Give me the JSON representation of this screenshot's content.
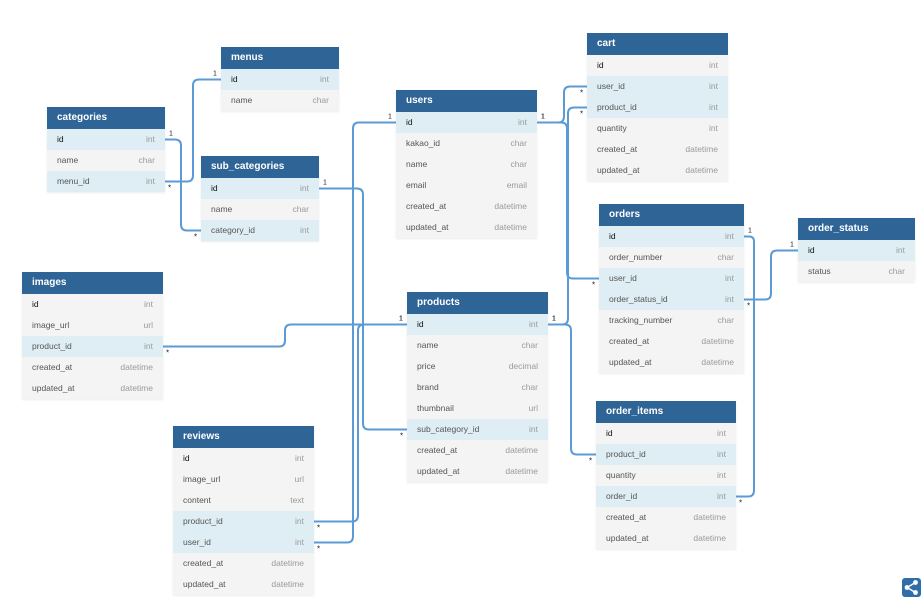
{
  "colors": {
    "header": "#2f6496",
    "fk_row": "#dfeef4",
    "row": "#f4f4f4",
    "wire": "#5b9bd5"
  },
  "share_icon": "share-icon",
  "tables": [
    {
      "key": "menus",
      "title": "menus",
      "fields": [
        {
          "name": "id",
          "type": "int",
          "pk": true,
          "fk": true
        },
        {
          "name": "name",
          "type": "char"
        }
      ]
    },
    {
      "key": "categories",
      "title": "categories",
      "fields": [
        {
          "name": "id",
          "type": "int",
          "pk": true,
          "fk": true
        },
        {
          "name": "name",
          "type": "char"
        },
        {
          "name": "menu_id",
          "type": "int",
          "fk": true
        }
      ]
    },
    {
      "key": "sub_categories",
      "title": "sub_categories",
      "fields": [
        {
          "name": "id",
          "type": "int",
          "pk": true,
          "fk": true
        },
        {
          "name": "name",
          "type": "char"
        },
        {
          "name": "category_id",
          "type": "int",
          "fk": true
        }
      ]
    },
    {
      "key": "users",
      "title": "users",
      "fields": [
        {
          "name": "id",
          "type": "int",
          "pk": true,
          "fk": true
        },
        {
          "name": "kakao_id",
          "type": "char"
        },
        {
          "name": "name",
          "type": "char"
        },
        {
          "name": "email",
          "type": "email"
        },
        {
          "name": "created_at",
          "type": "datetime"
        },
        {
          "name": "updated_at",
          "type": "datetime"
        }
      ]
    },
    {
      "key": "cart",
      "title": "cart",
      "fields": [
        {
          "name": "id",
          "type": "int",
          "pk": true
        },
        {
          "name": "user_id",
          "type": "int",
          "fk": true
        },
        {
          "name": "product_id",
          "type": "int",
          "fk": true
        },
        {
          "name": "quantity",
          "type": "int"
        },
        {
          "name": "created_at",
          "type": "datetime"
        },
        {
          "name": "updated_at",
          "type": "datetime"
        }
      ]
    },
    {
      "key": "orders",
      "title": "orders",
      "fields": [
        {
          "name": "id",
          "type": "int",
          "pk": true,
          "fk": true
        },
        {
          "name": "order_number",
          "type": "char"
        },
        {
          "name": "user_id",
          "type": "int",
          "fk": true
        },
        {
          "name": "order_status_id",
          "type": "int",
          "fk": true
        },
        {
          "name": "tracking_number",
          "type": "char"
        },
        {
          "name": "created_at",
          "type": "datetime"
        },
        {
          "name": "updated_at",
          "type": "datetime"
        }
      ]
    },
    {
      "key": "order_status",
      "title": "order_status",
      "fields": [
        {
          "name": "id",
          "type": "int",
          "pk": true,
          "fk": true
        },
        {
          "name": "status",
          "type": "char"
        }
      ]
    },
    {
      "key": "images",
      "title": "images",
      "fields": [
        {
          "name": "id",
          "type": "int",
          "pk": true
        },
        {
          "name": "image_url",
          "type": "url"
        },
        {
          "name": "product_id",
          "type": "int",
          "fk": true
        },
        {
          "name": "created_at",
          "type": "datetime"
        },
        {
          "name": "updated_at",
          "type": "datetime"
        }
      ]
    },
    {
      "key": "products",
      "title": "products",
      "fields": [
        {
          "name": "id",
          "type": "int",
          "pk": true,
          "fk": true
        },
        {
          "name": "name",
          "type": "char"
        },
        {
          "name": "price",
          "type": "decimal"
        },
        {
          "name": "brand",
          "type": "char"
        },
        {
          "name": "thumbnail",
          "type": "url"
        },
        {
          "name": "sub_category_id",
          "type": "int",
          "fk": true
        },
        {
          "name": "created_at",
          "type": "datetime"
        },
        {
          "name": "updated_at",
          "type": "datetime"
        }
      ]
    },
    {
      "key": "order_items",
      "title": "order_items",
      "fields": [
        {
          "name": "id",
          "type": "int",
          "pk": true
        },
        {
          "name": "product_id",
          "type": "int",
          "fk": true
        },
        {
          "name": "quantity",
          "type": "int"
        },
        {
          "name": "order_id",
          "type": "int",
          "fk": true
        },
        {
          "name": "created_at",
          "type": "datetime"
        },
        {
          "name": "updated_at",
          "type": "datetime"
        }
      ]
    },
    {
      "key": "reviews",
      "title": "reviews",
      "fields": [
        {
          "name": "id",
          "type": "int",
          "pk": true
        },
        {
          "name": "image_url",
          "type": "url"
        },
        {
          "name": "content",
          "type": "text"
        },
        {
          "name": "product_id",
          "type": "int",
          "fk": true
        },
        {
          "name": "user_id",
          "type": "int",
          "fk": true
        },
        {
          "name": "created_at",
          "type": "datetime"
        },
        {
          "name": "updated_at",
          "type": "datetime"
        }
      ]
    }
  ],
  "relationships": [
    {
      "from": "categories.menu_id",
      "to": "menus.id",
      "from_card": "*",
      "to_card": "1"
    },
    {
      "from": "sub_categories.category_id",
      "to": "categories.id",
      "from_card": "*",
      "to_card": "1"
    },
    {
      "from": "products.sub_category_id",
      "to": "sub_categories.id",
      "from_card": "*",
      "to_card": "1"
    },
    {
      "from": "images.product_id",
      "to": "products.id",
      "from_card": "*",
      "to_card": "1"
    },
    {
      "from": "reviews.product_id",
      "to": "products.id",
      "from_card": "*",
      "to_card": "1"
    },
    {
      "from": "reviews.user_id",
      "to": "users.id",
      "from_card": "*",
      "to_card": "1"
    },
    {
      "from": "cart.user_id",
      "to": "users.id",
      "from_card": "*",
      "to_card": "1"
    },
    {
      "from": "cart.product_id",
      "to": "products.id",
      "from_card": "*",
      "to_card": "1"
    },
    {
      "from": "orders.user_id",
      "to": "users.id",
      "from_card": "*",
      "to_card": "1"
    },
    {
      "from": "orders.order_status_id",
      "to": "order_status.id",
      "from_card": "*",
      "to_card": "1"
    },
    {
      "from": "order_items.product_id",
      "to": "products.id",
      "from_card": "*",
      "to_card": "1"
    },
    {
      "from": "order_items.order_id",
      "to": "orders.id",
      "from_card": "*",
      "to_card": "1"
    }
  ]
}
